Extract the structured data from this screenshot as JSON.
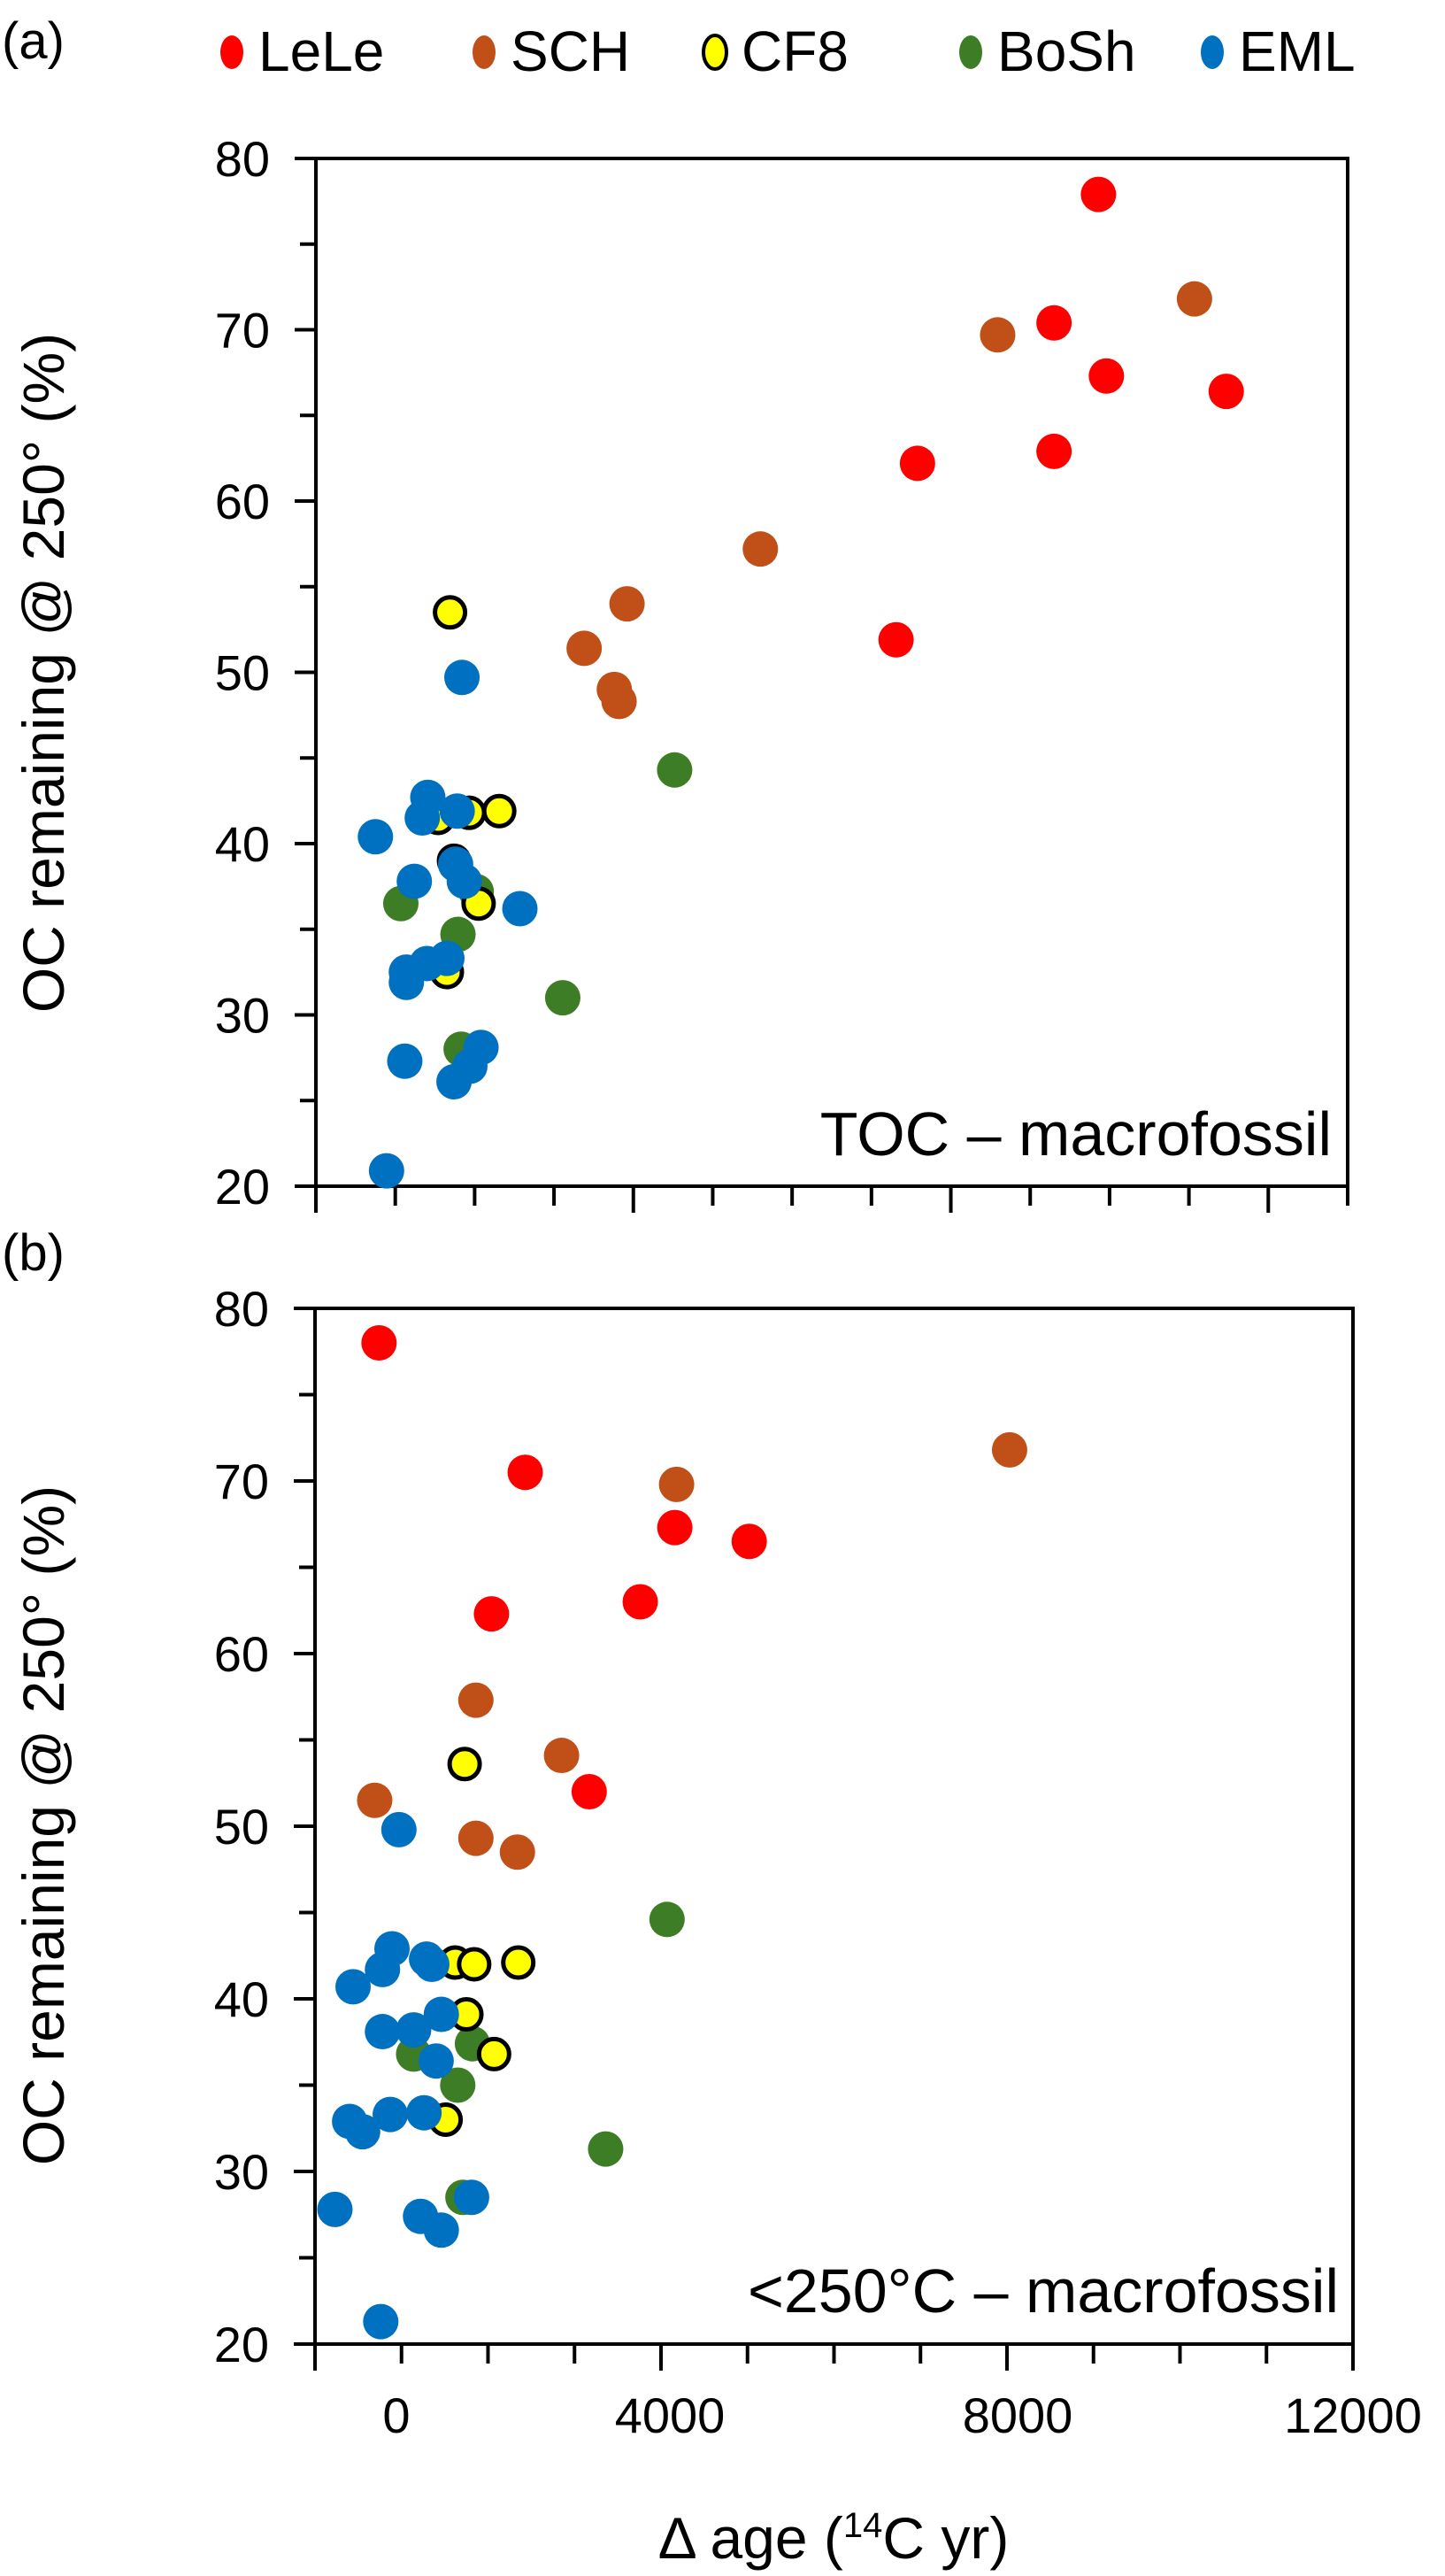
{
  "figure": {
    "panel_labels": [
      "(a)",
      "(b)"
    ],
    "ylabel": "OC remaining @ 250° (%)",
    "xlabel_prefix": "Δ age (",
    "xlabel_sup": "14",
    "xlabel_suffix": "C yr)",
    "legend": [
      {
        "name": "LeLe",
        "color": "#FF0000",
        "outline": false
      },
      {
        "name": "SCH",
        "color": "#C05018",
        "outline": false
      },
      {
        "name": "CF8",
        "color": "#FFFF00",
        "outline": true
      },
      {
        "name": "BoSh",
        "color": "#3D7D25",
        "outline": false
      },
      {
        "name": "EML",
        "color": "#0070C0",
        "outline": false
      }
    ]
  },
  "chart_data": [
    {
      "type": "scatter",
      "title": "TOC – macrofossil",
      "panel": "(a)",
      "xlabel": "Δ age (14C yr)",
      "ylabel": "OC remaining @ 250° (%)",
      "xlim": [
        -1000,
        12000
      ],
      "ylim": [
        20,
        80
      ],
      "yticks": [
        20,
        30,
        40,
        50,
        60,
        70,
        80
      ],
      "xticks_major": [
        -1000,
        3000,
        7000,
        11000
      ],
      "xtick_labels_shown": false,
      "grid": false,
      "legend_position": "top",
      "series": [
        {
          "name": "LeLe",
          "points": [
            [
              8860,
              77.9
            ],
            [
              8300,
              70.4
            ],
            [
              8960,
              67.3
            ],
            [
              10470,
              66.4
            ],
            [
              8300,
              62.9
            ],
            [
              6580,
              62.2
            ],
            [
              6310,
              51.9
            ]
          ]
        },
        {
          "name": "SCH",
          "points": [
            [
              10070,
              71.8
            ],
            [
              7590,
              69.7
            ],
            [
              4600,
              57.2
            ],
            [
              2920,
              54.0
            ],
            [
              2380,
              51.4
            ],
            [
              2760,
              49.0
            ],
            [
              2820,
              48.3
            ]
          ]
        },
        {
          "name": "CF8",
          "points": [
            [
              690,
              53.5
            ],
            [
              1310,
              41.9
            ],
            [
              930,
              41.8
            ],
            [
              540,
              41.5
            ],
            [
              740,
              39.0
            ],
            [
              1050,
              36.5
            ],
            [
              650,
              32.5
            ]
          ]
        },
        {
          "name": "BoSh",
          "points": [
            [
              3520,
              44.3
            ],
            [
              1020,
              37.2
            ],
            [
              70,
              36.5
            ],
            [
              790,
              34.7
            ],
            [
              2110,
              31.0
            ],
            [
              830,
              28.0
            ]
          ]
        },
        {
          "name": "EML",
          "points": [
            [
              840,
              49.7
            ],
            [
              410,
              42.7
            ],
            [
              340,
              41.5
            ],
            [
              780,
              41.9
            ],
            [
              -250,
              40.4
            ],
            [
              760,
              38.8
            ],
            [
              870,
              37.8
            ],
            [
              240,
              37.8
            ],
            [
              1570,
              36.2
            ],
            [
              140,
              32.5
            ],
            [
              140,
              31.9
            ],
            [
              400,
              33.0
            ],
            [
              650,
              33.3
            ],
            [
              120,
              27.3
            ],
            [
              1080,
              28.1
            ],
            [
              940,
              27.0
            ],
            [
              740,
              26.1
            ],
            [
              -110,
              20.9
            ]
          ]
        }
      ]
    },
    {
      "type": "scatter",
      "title": "<250°C – macrofossil",
      "panel": "(b)",
      "xlabel": "Δ age (14C yr)",
      "ylabel": "OC remaining @ 250° (%)",
      "xlim": [
        0,
        12000
      ],
      "ylim": [
        20,
        80
      ],
      "yticks": [
        20,
        30,
        40,
        50,
        60,
        70,
        80
      ],
      "xticks": [
        0,
        4000,
        8000,
        12000
      ],
      "xtick_labels": [
        "0",
        "4000",
        "8000",
        "12000"
      ],
      "grid": false,
      "series": [
        {
          "name": "LeLe",
          "points": [
            [
              740,
              78.0
            ],
            [
              2430,
              70.5
            ],
            [
              4160,
              67.3
            ],
            [
              5020,
              66.5
            ],
            [
              3760,
              63.0
            ],
            [
              2040,
              62.3
            ],
            [
              3170,
              52.0
            ]
          ]
        },
        {
          "name": "SCH",
          "points": [
            [
              8030,
              71.8
            ],
            [
              4180,
              69.8
            ],
            [
              1860,
              57.3
            ],
            [
              2850,
              54.1
            ],
            [
              690,
              51.5
            ],
            [
              1860,
              49.3
            ],
            [
              2340,
              48.5
            ]
          ]
        },
        {
          "name": "CF8",
          "points": [
            [
              1730,
              53.6
            ],
            [
              1620,
              42.1
            ],
            [
              1840,
              42.0
            ],
            [
              2350,
              42.1
            ],
            [
              1750,
              39.1
            ],
            [
              2070,
              36.8
            ],
            [
              1510,
              33.0
            ]
          ]
        },
        {
          "name": "BoSh",
          "points": [
            [
              4070,
              44.6
            ],
            [
              1820,
              37.4
            ],
            [
              1140,
              36.8
            ],
            [
              1650,
              35.0
            ],
            [
              3360,
              31.3
            ],
            [
              1710,
              28.5
            ]
          ]
        },
        {
          "name": "EML",
          "points": [
            [
              970,
              49.8
            ],
            [
              890,
              42.9
            ],
            [
              780,
              41.7
            ],
            [
              440,
              40.7
            ],
            [
              1290,
              42.3
            ],
            [
              1350,
              42.0
            ],
            [
              1460,
              39.1
            ],
            [
              1140,
              38.2
            ],
            [
              780,
              38.1
            ],
            [
              1400,
              36.4
            ],
            [
              400,
              32.9
            ],
            [
              870,
              33.3
            ],
            [
              1260,
              33.4
            ],
            [
              550,
              32.3
            ],
            [
              230,
              27.8
            ],
            [
              1810,
              28.5
            ],
            [
              1220,
              27.4
            ],
            [
              1460,
              26.6
            ],
            [
              760,
              21.3
            ]
          ]
        }
      ]
    }
  ]
}
